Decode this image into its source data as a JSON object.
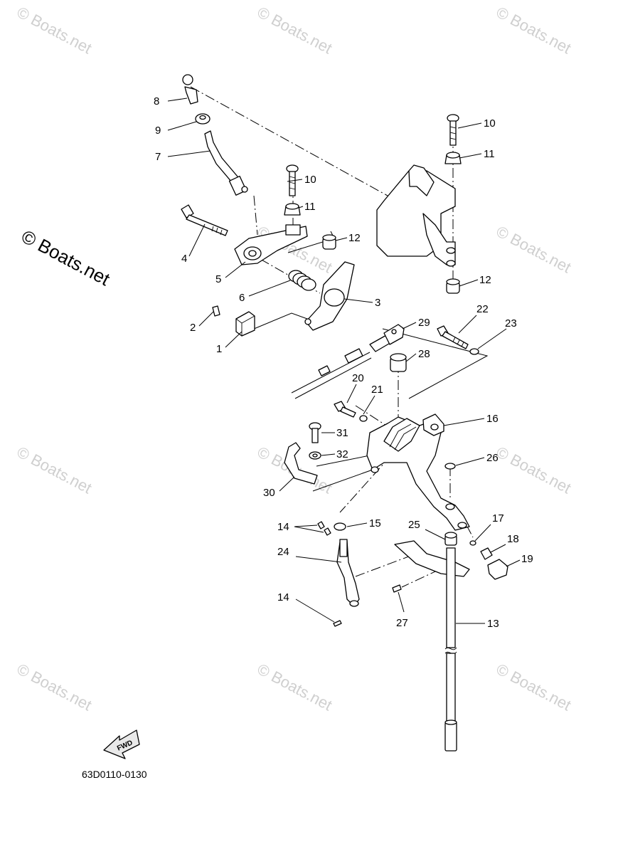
{
  "watermark": "© Boats.net",
  "copyright": "© Boats.net",
  "part_code": "63D0110-0130",
  "fwd_label": "FWD",
  "callouts": {
    "c1": "1",
    "c2": "2",
    "c3": "3",
    "c4": "4",
    "c5": "5",
    "c6": "6",
    "c7": "7",
    "c8": "8",
    "c9": "9",
    "c10a": "10",
    "c10b": "10",
    "c11a": "11",
    "c11b": "11",
    "c12a": "12",
    "c12b": "12",
    "c13": "13",
    "c14a": "14",
    "c14b": "14",
    "c15": "15",
    "c16": "16",
    "c17": "17",
    "c18": "18",
    "c19": "19",
    "c20": "20",
    "c21": "21",
    "c22": "22",
    "c23": "23",
    "c24": "24",
    "c25": "25",
    "c26": "26",
    "c27": "27",
    "c28": "28",
    "c29": "29",
    "c30": "30",
    "c31": "31",
    "c32": "32"
  }
}
